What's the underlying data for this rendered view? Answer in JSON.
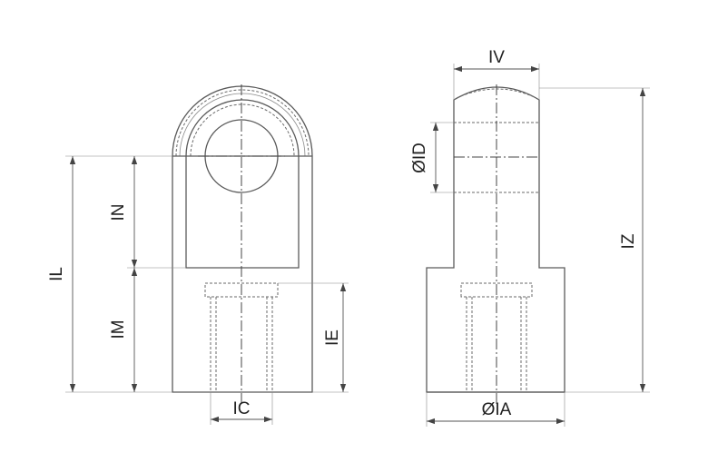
{
  "labels": {
    "IL": "IL",
    "IN": "IN",
    "IM": "IM",
    "IE": "IE",
    "IC": "IC",
    "IV": "IV",
    "ID": "ØID",
    "IA": "ØIA",
    "IZ": "IZ"
  },
  "colors": {
    "line": "#5a5a5a",
    "text": "#222222"
  }
}
